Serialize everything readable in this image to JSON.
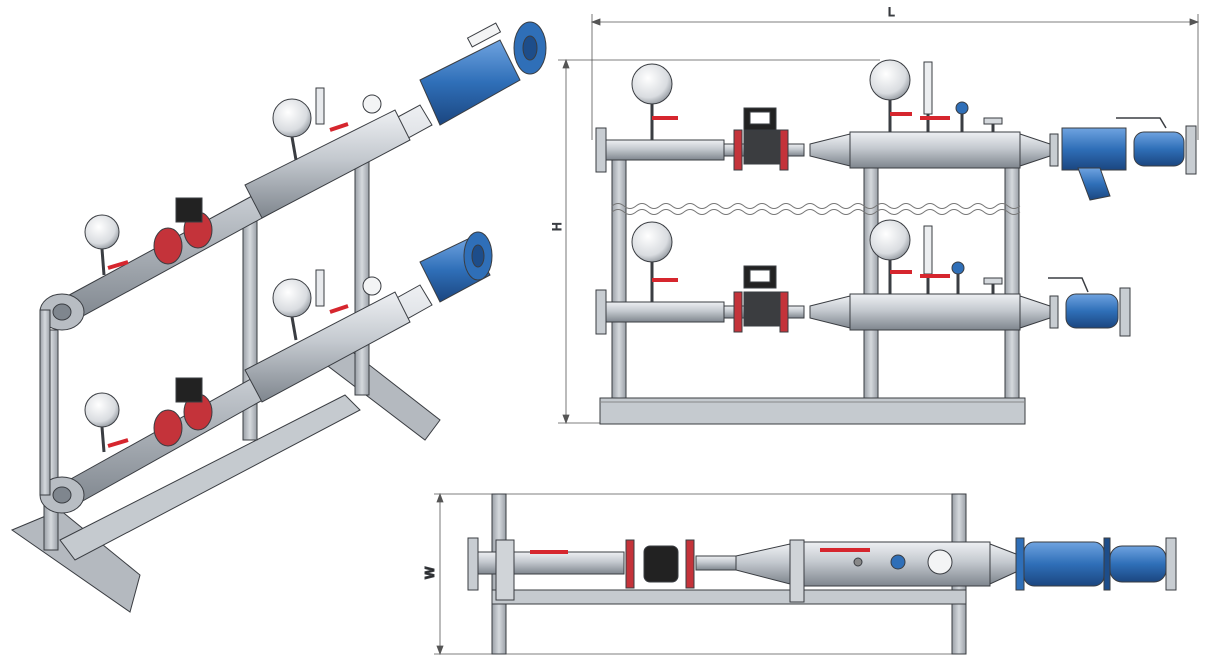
{
  "dimensions": {
    "length_label": "L",
    "height_label": "H",
    "width_label": "W"
  },
  "colors": {
    "pipe": "#c9ced4",
    "pipe_dark": "#8c939b",
    "outline": "#3a3d42",
    "valve_blue": "#2f6fb8",
    "valve_blue_dark": "#1d4d8a",
    "flange_red": "#c4333a",
    "handle_red": "#d6262e",
    "meter_black": "#222222",
    "frame": "#b9bec4"
  }
}
